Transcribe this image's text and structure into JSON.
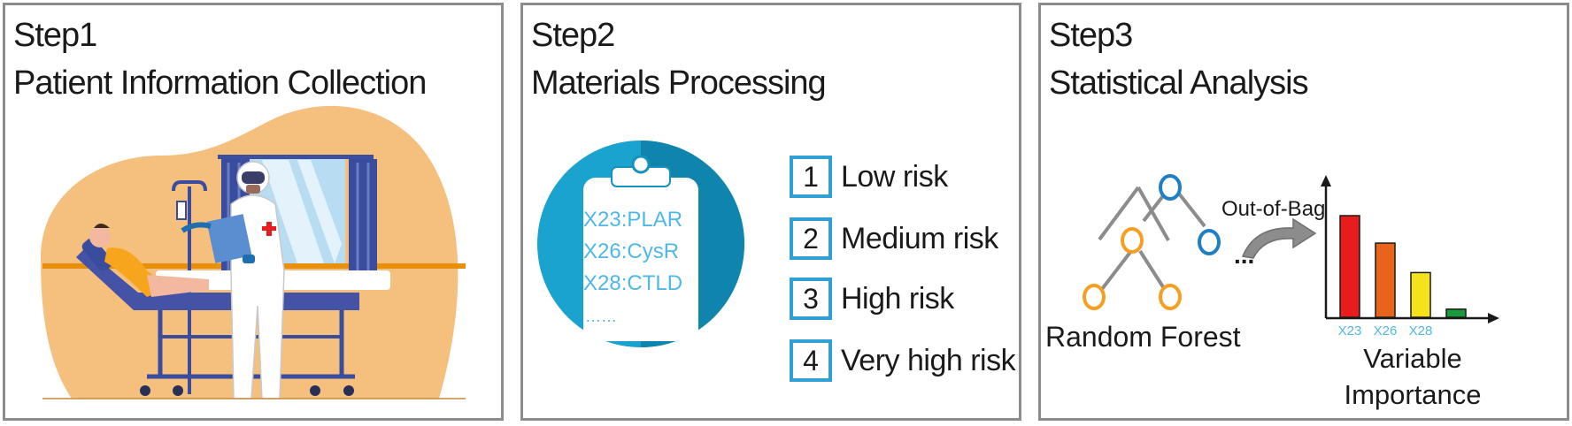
{
  "steps": [
    {
      "step": "Step1",
      "title": "Patient Information Collection"
    },
    {
      "step": "Step2",
      "title": "Materials Processing"
    },
    {
      "step": "Step3",
      "title": "Statistical Analysis"
    }
  ],
  "clipboard": {
    "lines": [
      "X23:PLAR",
      "X26:CysR",
      "X28:CTLD",
      "……"
    ],
    "text_color": "#4fb8e6"
  },
  "risks": [
    {
      "num": "1",
      "label": "Low risk"
    },
    {
      "num": "2",
      "label": "Medium risk"
    },
    {
      "num": "3",
      "label": "High risk"
    },
    {
      "num": "4",
      "label": "Very high risk"
    }
  ],
  "analysis": {
    "model_label": "Random Forest",
    "ellipsis": "...",
    "arrow_label": "Out-of-Bag",
    "importance_label_line1": "Variable",
    "importance_label_line2": "Importance",
    "bar_labels": [
      "X23",
      "X26",
      "X28",
      ""
    ],
    "bar_values": [
      1.0,
      0.73,
      0.44,
      0.08
    ],
    "bar_colors": [
      "#e81c1c",
      "#e8641a",
      "#f5e21a",
      "#1a9a3a"
    ]
  },
  "colors": {
    "panel_border": "#8c8c8c",
    "blob": "#f5c07e",
    "accent_blue": "#2f9fd6",
    "circle_dark": "#1592be",
    "node_orange": "#f5a023",
    "node_blue": "#1f7fc4"
  }
}
